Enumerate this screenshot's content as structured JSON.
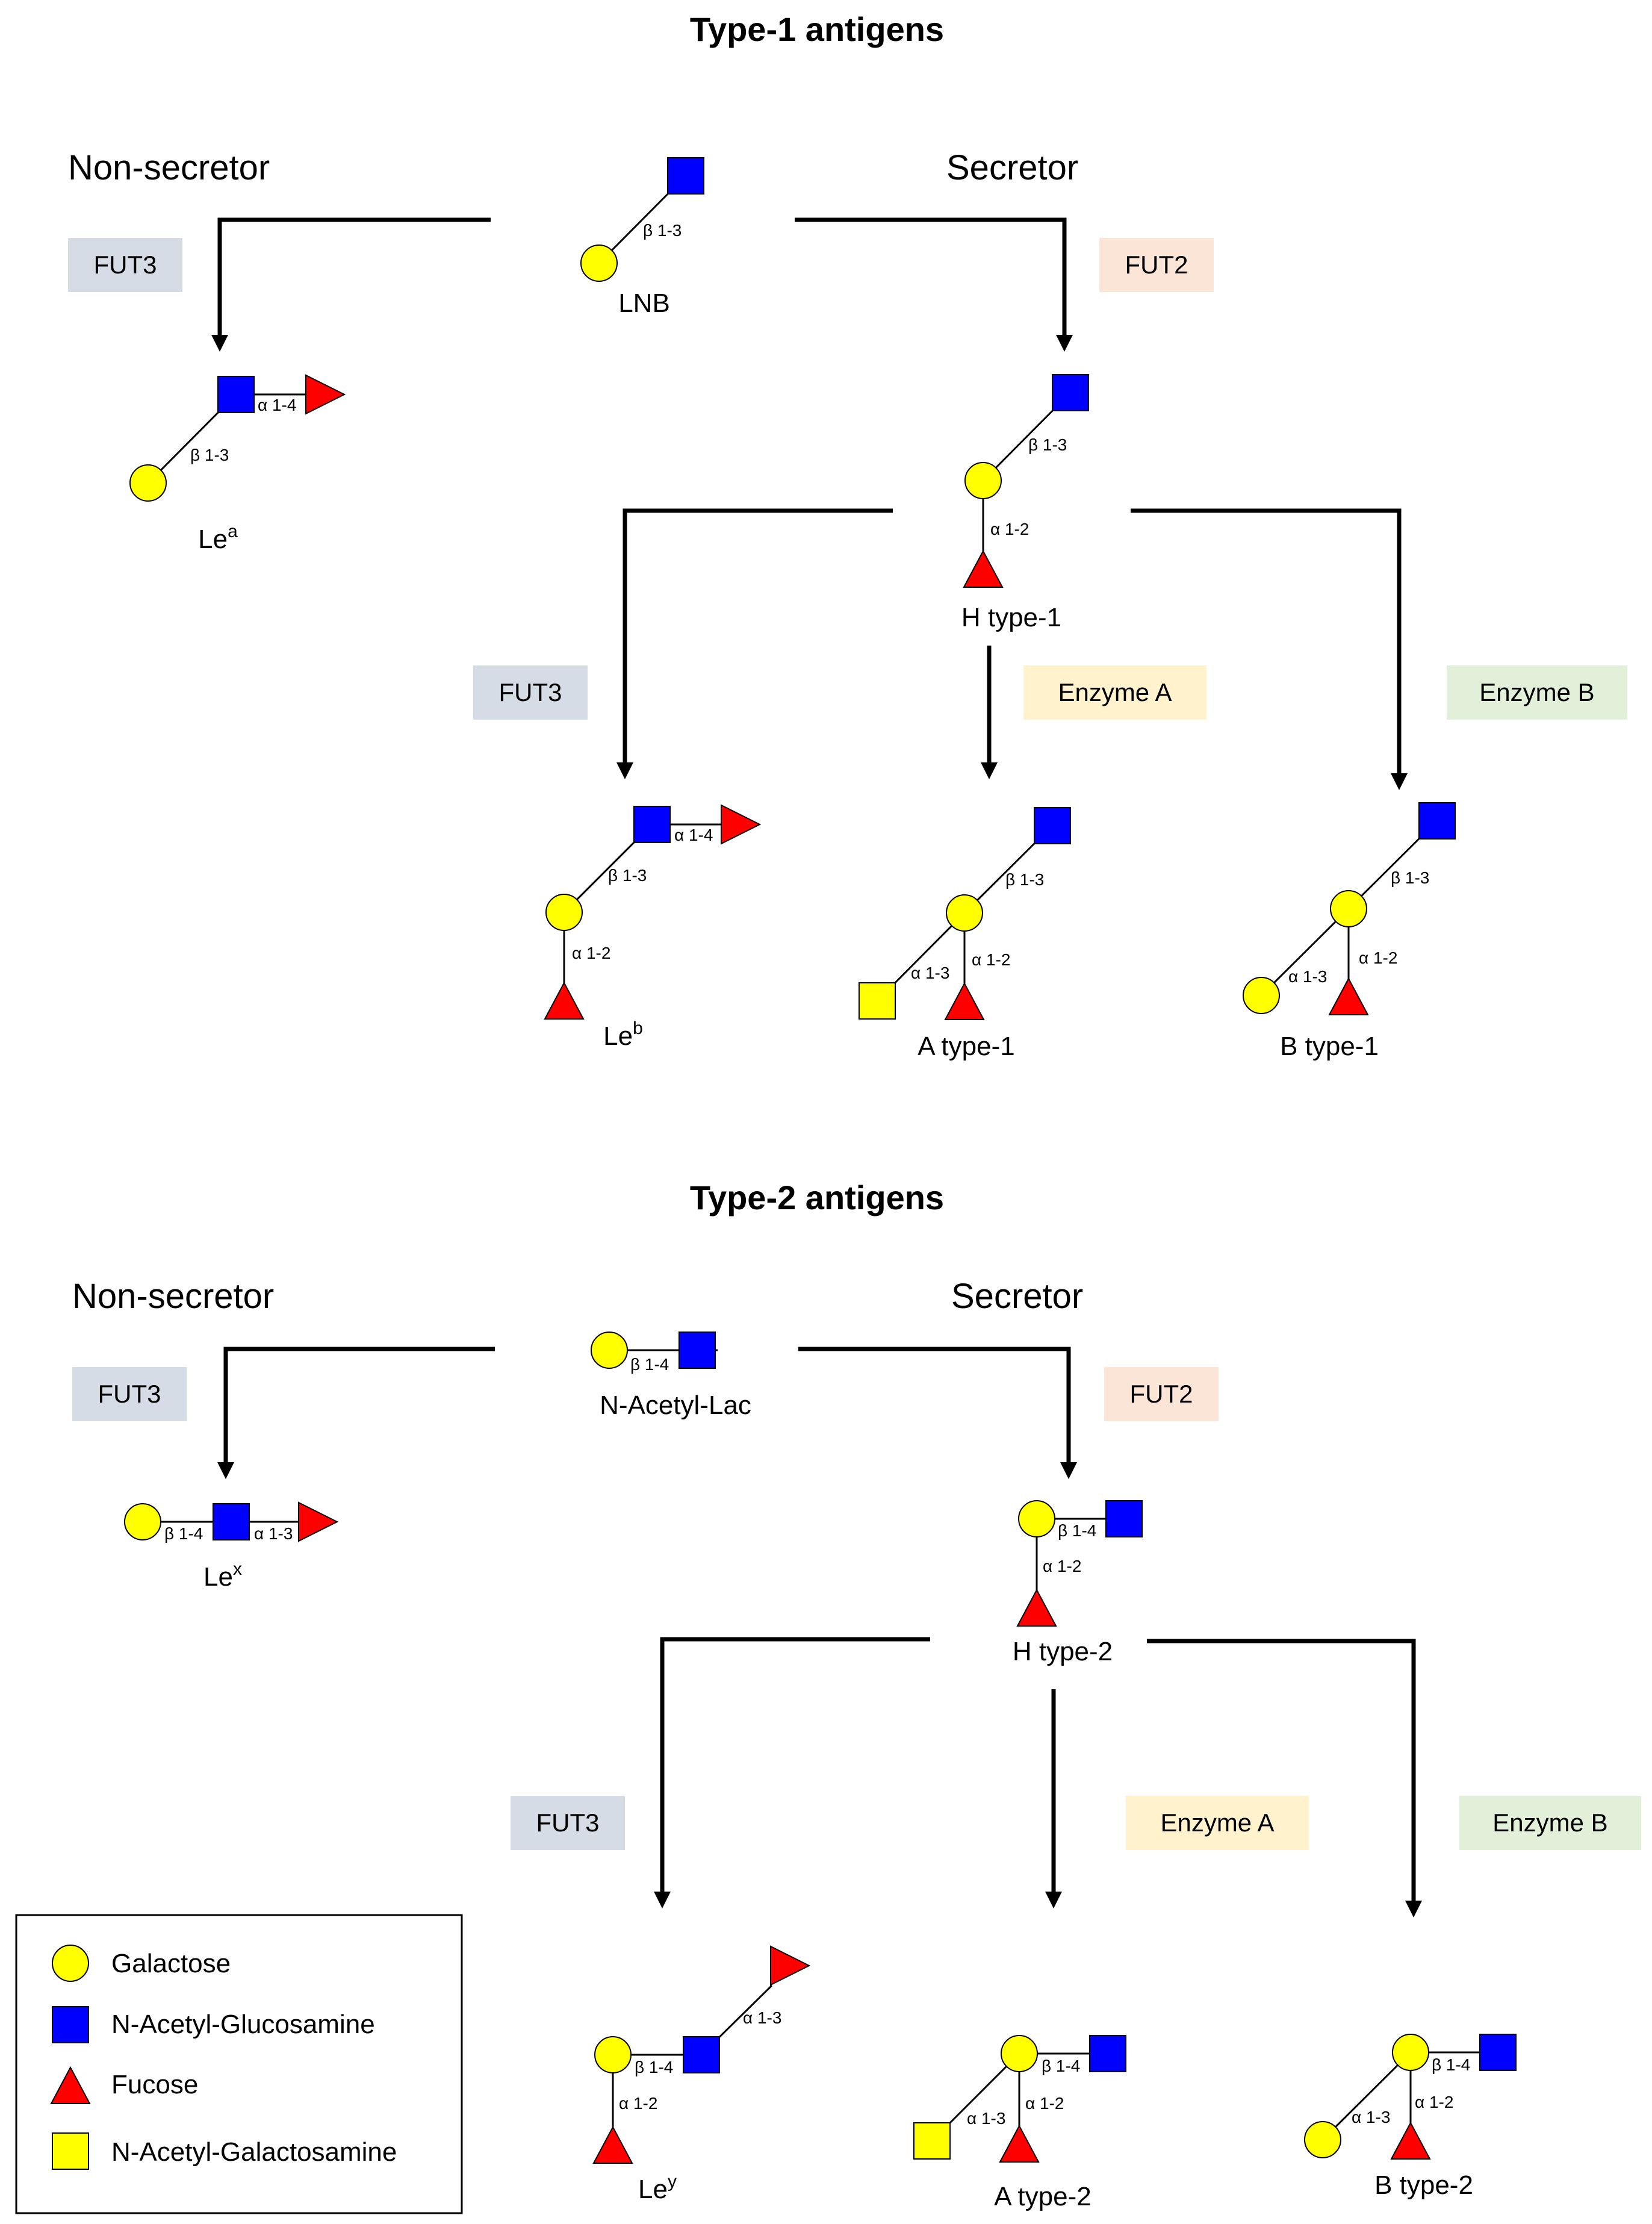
{
  "colors": {
    "galactose": "#FFFF00",
    "glcnac": "#0000FF",
    "fucose": "#FF0000",
    "galnac": "#FFFF00",
    "fut3_box": "#D6DCE5",
    "fut2_box": "#FBE5D6",
    "enzyme_a_box": "#FFF2CC",
    "enzyme_b_box": "#E2F0D9"
  },
  "sections": {
    "type1": {
      "title": "Type-1 antigens",
      "non_secretor": "Non-secretor",
      "secretor": "Secretor",
      "enzymes": {
        "fut3_left": "FUT3",
        "fut2": "FUT2",
        "fut3_mid": "FUT3",
        "enzyme_a": "Enzyme A",
        "enzyme_b": "Enzyme B"
      },
      "structures": {
        "lnb": {
          "name": "LNB",
          "links": [
            "β 1-3"
          ]
        },
        "lea": {
          "name": "Le",
          "sup": "a",
          "links": [
            "β 1-3",
            "α 1-4"
          ]
        },
        "h1": {
          "name": "H type-1",
          "links": [
            "β 1-3",
            "α 1-2"
          ]
        },
        "leb": {
          "name": "Le",
          "sup": "b",
          "links": [
            "β 1-3",
            "α 1-4",
            "α 1-2"
          ]
        },
        "a1": {
          "name": "A type-1",
          "links": [
            "β 1-3",
            "α 1-3",
            "α 1-2"
          ]
        },
        "b1": {
          "name": "B type-1",
          "links": [
            "β 1-3",
            "α 1-3",
            "α 1-2"
          ]
        }
      }
    },
    "type2": {
      "title": "Type-2 antigens",
      "non_secretor": "Non-secretor",
      "secretor": "Secretor",
      "enzymes": {
        "fut3_left": "FUT3",
        "fut2": "FUT2",
        "fut3_mid": "FUT3",
        "enzyme_a": "Enzyme A",
        "enzyme_b": "Enzyme B"
      },
      "structures": {
        "nacl": {
          "name": "N-Acetyl-Lac",
          "links": [
            "β 1-4"
          ]
        },
        "lex": {
          "name": "Le",
          "sup": "x",
          "links": [
            "β 1-4",
            "α 1-3"
          ]
        },
        "h2": {
          "name": "H type-2",
          "links": [
            "β 1-4",
            "α 1-2"
          ]
        },
        "ley": {
          "name": "Le",
          "sup": "y",
          "links": [
            "β 1-4",
            "α 1-3",
            "α 1-2"
          ]
        },
        "a2": {
          "name": "A type-2",
          "links": [
            "β 1-4",
            "α 1-3",
            "α 1-2"
          ]
        },
        "b2": {
          "name": "B type-2",
          "links": [
            "β 1-4",
            "α 1-3",
            "α 1-2"
          ]
        }
      }
    }
  },
  "legend": {
    "items": [
      {
        "icon": "galactose-circle",
        "label": "Galactose"
      },
      {
        "icon": "n-acetyl-glucosamine-square",
        "label": "N-Acetyl-Glucosamine"
      },
      {
        "icon": "fucose-triangle",
        "label": "Fucose"
      },
      {
        "icon": "n-acetyl-galactosamine-square",
        "label": "N-Acetyl-Galactosamine"
      }
    ]
  }
}
